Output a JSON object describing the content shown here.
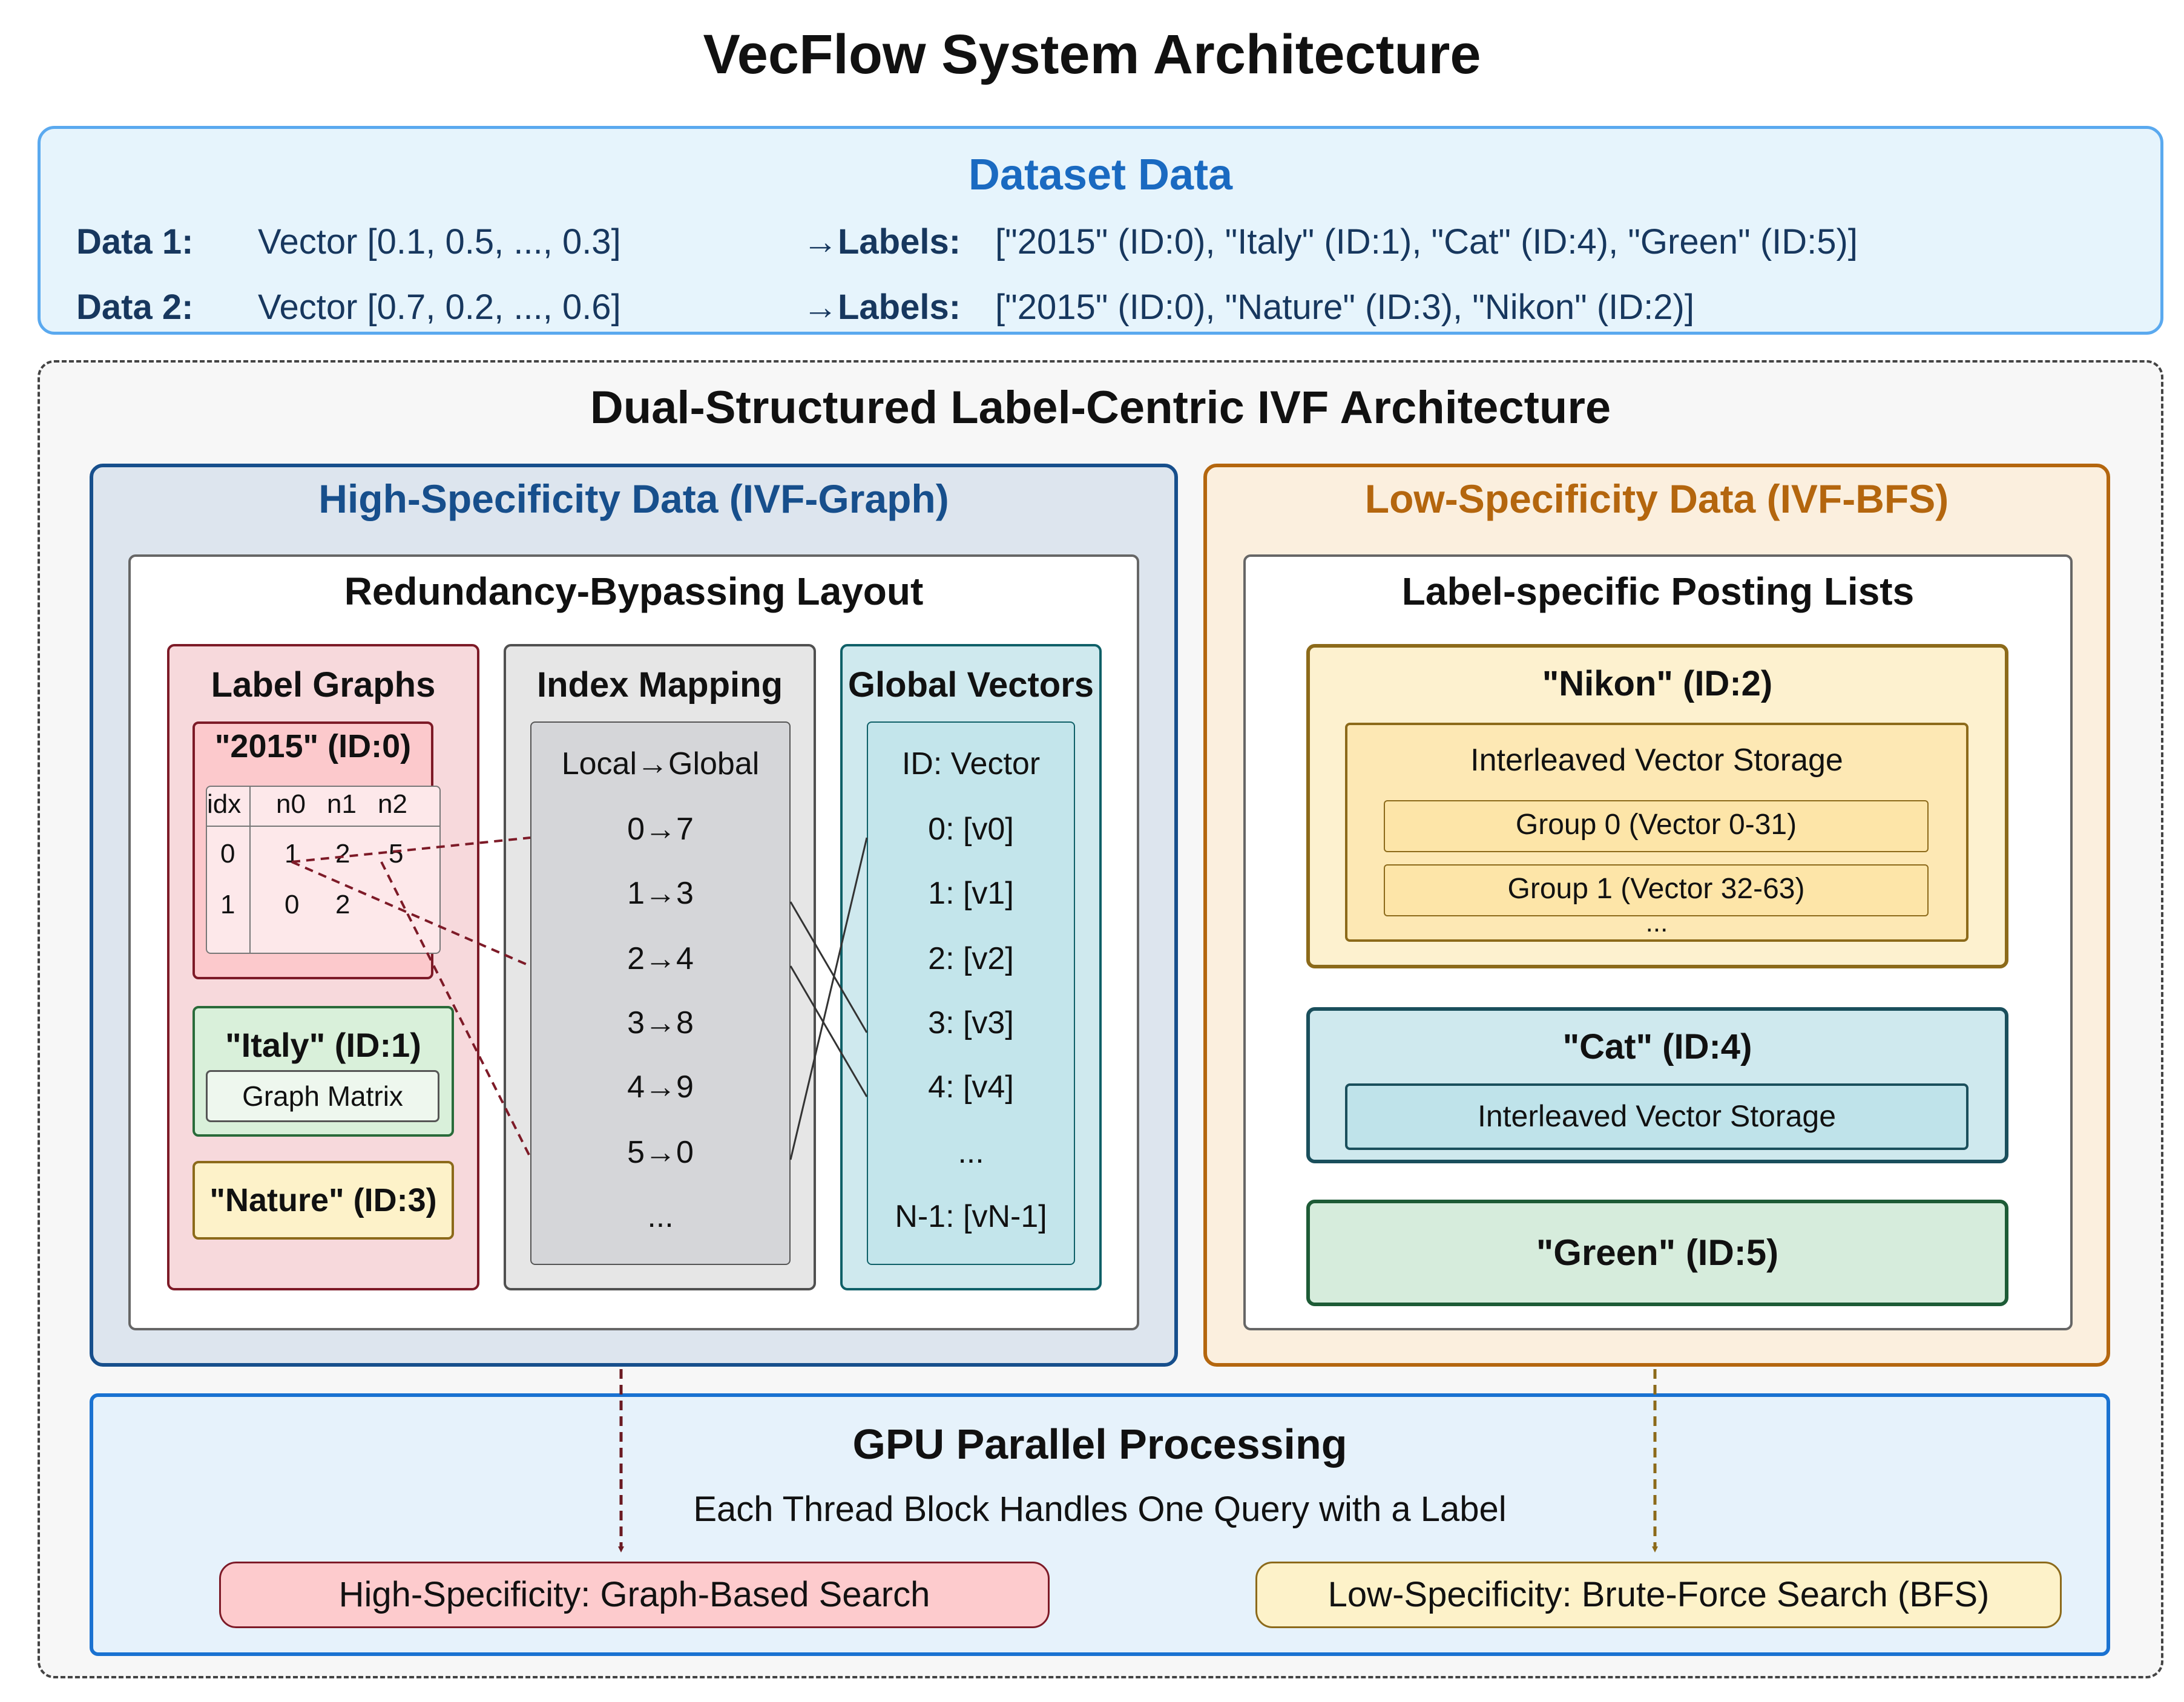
{
  "title": "VecFlow System Architecture",
  "dataset": {
    "title": "Dataset Data",
    "rows": [
      {
        "name": "Data 1:",
        "vector": "Vector [0.1, 0.5, ..., 0.3]",
        "arrow_label": "→Labels:",
        "labels": "[\"2015\" (ID:0), \"Italy\" (ID:1), \"Cat\" (ID:4), \"Green\" (ID:5)]"
      },
      {
        "name": "Data 2:",
        "vector": "Vector [0.7, 0.2, ..., 0.6]",
        "arrow_label": "→Labels:",
        "labels": "[\"2015\" (ID:0), \"Nature\" (ID:3), \"Nikon\" (ID:2)]"
      }
    ]
  },
  "architecture": {
    "title": "Dual-Structured Label-Centric IVF Architecture",
    "high": {
      "title": "High-Specificity Data (IVF-Graph)",
      "layout_title": "Redundancy-Bypassing Layout",
      "label_graphs": {
        "title": "Label Graphs",
        "g2015": {
          "title": "\"2015\" (ID:0)",
          "headers": [
            "idx",
            "n0",
            "n1",
            "n2"
          ],
          "rows": [
            [
              "0",
              "1",
              "2",
              "5"
            ],
            [
              "1",
              "0",
              "2",
              ""
            ]
          ]
        },
        "italy": {
          "title": "\"Italy\" (ID:1)",
          "matrix_label": "Graph Matrix"
        },
        "nature": {
          "title": "\"Nature\" (ID:3)"
        }
      },
      "index_mapping": {
        "title": "Index Mapping",
        "header": "Local→Global",
        "items": [
          "0→7",
          "1→3",
          "2→4",
          "3→8",
          "4→9",
          "5→0",
          "..."
        ]
      },
      "global_vectors": {
        "title": "Global Vectors",
        "header": "ID: Vector",
        "items": [
          "0: [v0]",
          "1: [v1]",
          "2: [v2]",
          "3: [v3]",
          "4: [v4]",
          "...",
          "N-1: [vN-1]"
        ]
      }
    },
    "low": {
      "title": "Low-Specificity Data (IVF-BFS)",
      "posting_title": "Label-specific Posting Lists",
      "nikon": {
        "title": "\"Nikon\" (ID:2)",
        "storage": "Interleaved Vector Storage",
        "groups": [
          "Group 0 (Vector 0-31)",
          "Group 1 (Vector 32-63)"
        ],
        "more": "..."
      },
      "cat": {
        "title": "\"Cat\" (ID:4)",
        "storage": "Interleaved Vector Storage"
      },
      "green": {
        "title": "\"Green\" (ID:5)"
      }
    }
  },
  "gpu": {
    "title": "GPU Parallel Processing",
    "subtitle": "Each Thread Block Handles One Query with a Label",
    "high_search": "High-Specificity: Graph-Based Search",
    "low_search": "Low-Specificity: Brute-Force Search (BFS)"
  },
  "colors": {
    "dataset_accent": "#1a6ac1",
    "high_accent": "#174f8c",
    "low_accent": "#b4660e",
    "gpu_accent": "#1a72d1",
    "graph_link": "#7d1a27",
    "bfs_link": "#8c6a1a"
  }
}
